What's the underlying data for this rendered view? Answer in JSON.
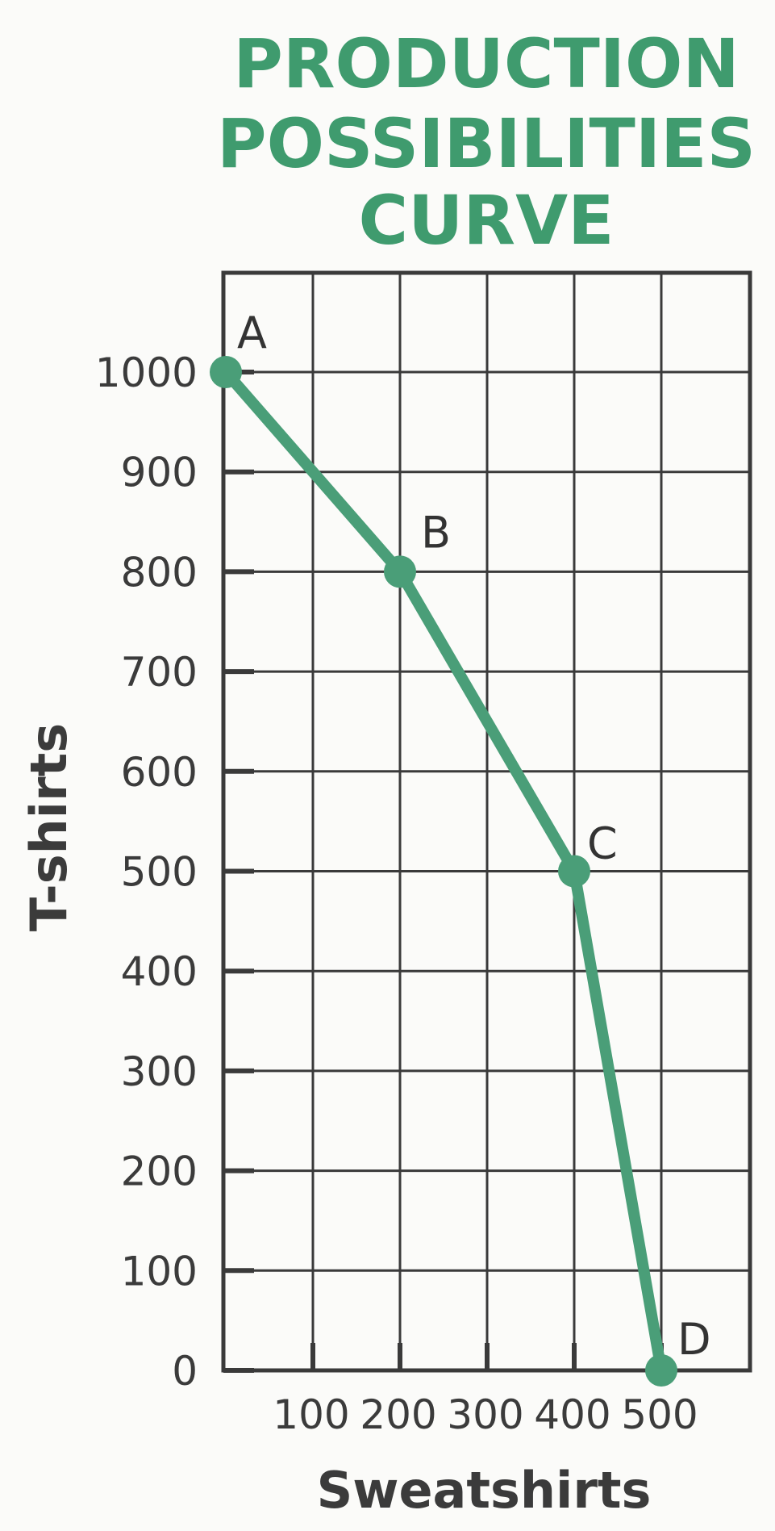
{
  "chart_data": {
    "type": "line",
    "title_lines": [
      "PRODUCTION",
      "POSSIBILITIES",
      "CURVE"
    ],
    "xlabel": "Sweatshirts",
    "ylabel": "T-shirts",
    "xlim": [
      0,
      600
    ],
    "ylim": [
      0,
      1100
    ],
    "x_ticks": [
      100,
      200,
      300,
      400,
      500
    ],
    "y_ticks": [
      0,
      100,
      200,
      300,
      400,
      500,
      600,
      700,
      800,
      900,
      1000
    ],
    "grid": true,
    "series": [
      {
        "points": [
          {
            "label": "A",
            "x": 0,
            "y": 1000
          },
          {
            "label": "B",
            "x": 200,
            "y": 800
          },
          {
            "label": "C",
            "x": 400,
            "y": 500
          },
          {
            "label": "D",
            "x": 500,
            "y": 0
          }
        ]
      }
    ],
    "colors": {
      "title": "#3f9b6e",
      "line": "#4a9e78",
      "grid": "#3a3a3a",
      "text": "#3b3b3b"
    }
  }
}
